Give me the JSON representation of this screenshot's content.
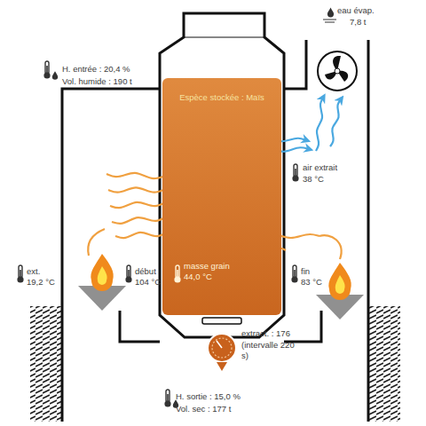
{
  "diagram": {
    "nodes": [
      {
        "text": [
          "Espèce stockée : Maïs",
          "masse grain 44,0 °C"
        ]
      }
    ],
    "labels": [
      "H. entrée : 20,4 %",
      "Vol. humide : 190 t",
      "eau évap.",
      "7,8 t",
      "air extrait",
      "38 °C",
      "ext.",
      "19,2 °C",
      "début",
      "104 °C",
      "fin",
      "83 °C",
      "extract. : 176",
      "(intervalle 220 s)",
      "H. sortie : 15,0 %",
      "Vol. sec : 177 t"
    ]
  }
}
